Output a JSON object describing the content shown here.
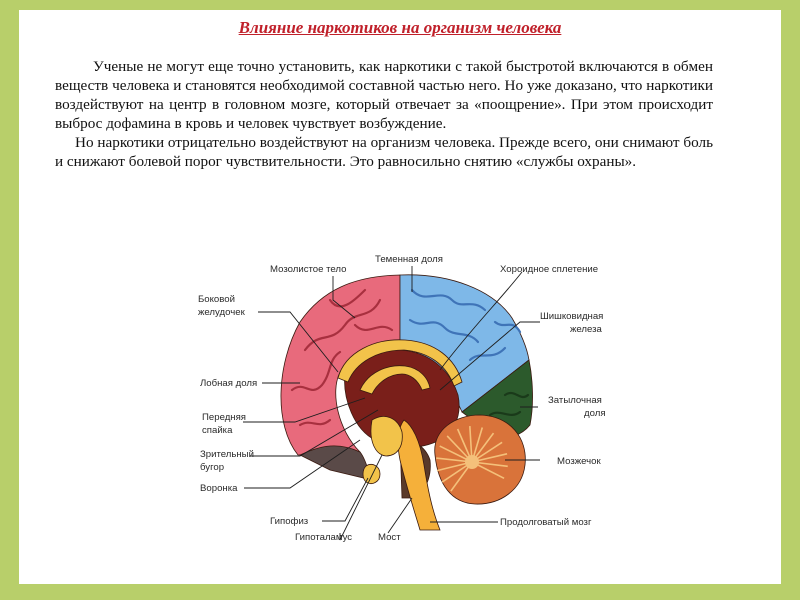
{
  "title": "Влияние наркотиков на организм человека",
  "paragraphs": [
    "Ученые не могут еще точно установить, как наркотики с такой быстротой включаются в обмен веществ человека и становятся необходимой составной частью него. Но уже доказано, что наркотики воздействуют на центр в головном мозге, который отвечает за «поощрение». При этом происходит выброс дофамина в кровь и человек чувствует возбуждение.",
    "Но наркотики отрицательно воздействуют на организм человека. Прежде всего, они снимают боль и снижают болевой порог чувствительности. Это равносильно снятию «службы охраны»."
  ],
  "diagram": {
    "labels": {
      "corpus_callosum": "Мозолистое тело",
      "parietal_lobe": "Теменная доля",
      "choroid_plexus": "Хороидное сплетение",
      "lateral_ventricle_1": "Боковой",
      "lateral_ventricle_2": "желудочек",
      "pineal_1": "Шишковидная",
      "pineal_2": "железа",
      "frontal_lobe": "Лобная доля",
      "occipital_1": "Затылочная",
      "occipital_2": "доля",
      "anterior_commissure_1": "Передняя",
      "anterior_commissure_2": "спайка",
      "optic_thalamus_1": "Зрительный",
      "optic_thalamus_2": "бугор",
      "cerebellum": "Мозжечок",
      "infundibulum": "Воронка",
      "pituitary": "Гипофиз",
      "medulla": "Продолговатый мозг",
      "hypothalamus": "Гипоталамус",
      "pons": "Мост"
    },
    "colors": {
      "frontal": "#e86a7c",
      "parietal": "#7eb8e8",
      "occipital": "#2c5a2c",
      "inner": "#7a1f1a",
      "yellow": "#f2c34a",
      "cerebellum": "#d9733a",
      "stem": "#f5b03a",
      "pons": "#5a3a2a",
      "temporal": "#5a4a48"
    }
  }
}
